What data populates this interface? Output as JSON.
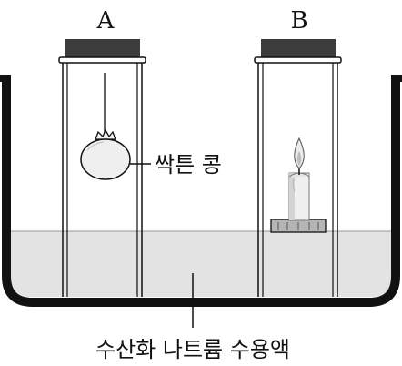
{
  "diagram": {
    "jar_a_label": "A",
    "jar_b_label": "B",
    "bean_label": "싹튼 콩",
    "solution_label": "수산화 나트륨 수용액"
  }
}
